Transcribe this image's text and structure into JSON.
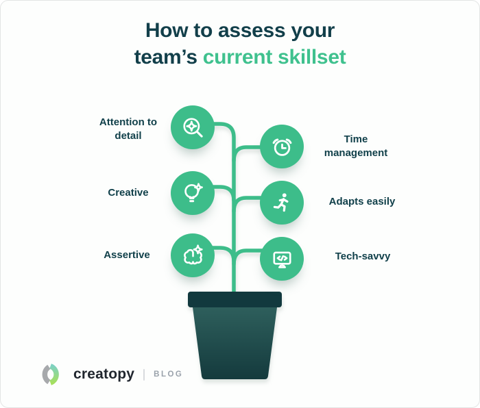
{
  "title": {
    "line1": "How to assess your",
    "line2_prefix": "team’s ",
    "line2_highlight": "current skillset"
  },
  "skills": {
    "left": [
      {
        "label": "Attention to detail",
        "icon": "magnifier-sparkle-icon"
      },
      {
        "label": "Creative",
        "icon": "lightbulb-sparkle-icon"
      },
      {
        "label": "Assertive",
        "icon": "brain-sparkle-icon"
      }
    ],
    "right": [
      {
        "label": "Time management",
        "icon": "alarm-clock-icon"
      },
      {
        "label": "Adapts easily",
        "icon": "running-person-icon"
      },
      {
        "label": "Tech-savvy",
        "icon": "code-monitor-icon"
      }
    ]
  },
  "footer": {
    "brand": "creatopy",
    "label": "BLOG"
  },
  "colors": {
    "accent_green": "#3dbd8a",
    "title_dark": "#123f4a",
    "title_highlight": "#3fc18e",
    "pot_rim": "#12393e",
    "pot_gradient_top": "#2e5f5c",
    "pot_gradient_bottom": "#143a3d"
  }
}
